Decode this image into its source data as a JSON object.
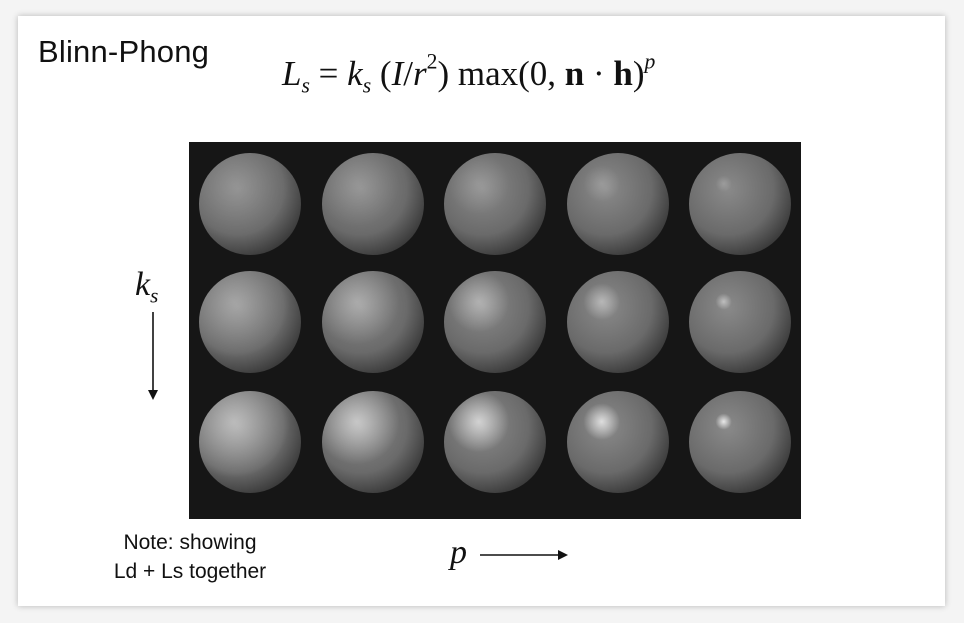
{
  "slide": {
    "title": "Blinn-Phong",
    "formula": {
      "lhs": "L",
      "lhs_sub": "s",
      "k": "k",
      "k_sub": "s",
      "intensity_open": "(",
      "intensity_I": "I",
      "intensity_slash": "/",
      "intensity_r": "r",
      "intensity_exp": "2",
      "intensity_close": ")",
      "max_text": "max(0, ",
      "n": "n",
      "dot": " · ",
      "h": "h",
      "close": ")",
      "p": "p"
    },
    "y_axis": {
      "label": "k",
      "label_sub": "s"
    },
    "x_axis": {
      "label": "p"
    },
    "note": {
      "line1": "Note: showing",
      "line2": "Ld + Ls together"
    }
  }
}
